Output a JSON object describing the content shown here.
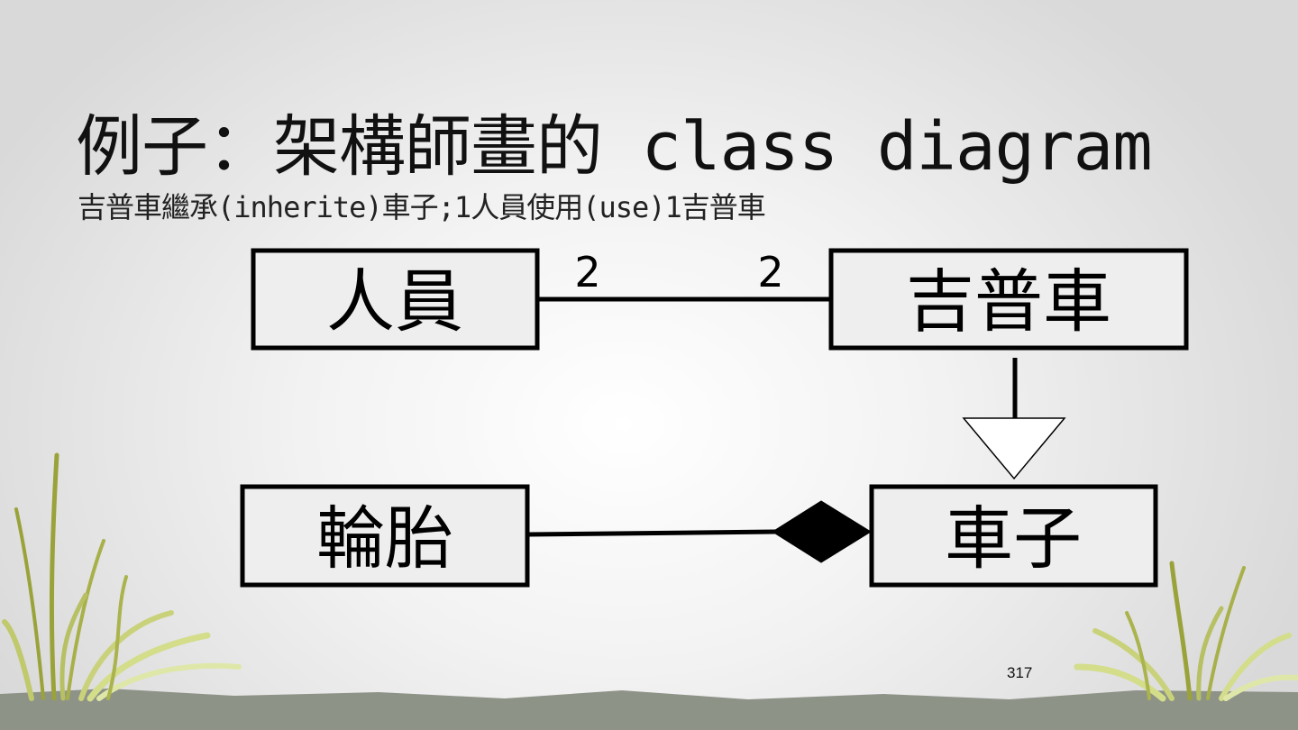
{
  "slide": {
    "title": "例子：架構師畫的 class diagram",
    "subtitle": "吉普車繼承(inherite)車子;1人員使用(use)1吉普車",
    "page_number": "317"
  },
  "diagram": {
    "classes": {
      "person": "人員",
      "jeep": "吉普車",
      "tire": "輪胎",
      "car": "車子"
    },
    "association": {
      "left_multiplicity": "2",
      "right_multiplicity": "2"
    },
    "relations": [
      "association",
      "inheritance",
      "composition"
    ]
  },
  "colors": {
    "stroke": "#000000",
    "box_fill": "#eeeeee",
    "grass": "#9aa23a",
    "grass_light": "#d3dd8a",
    "ground": "#8e9388"
  }
}
